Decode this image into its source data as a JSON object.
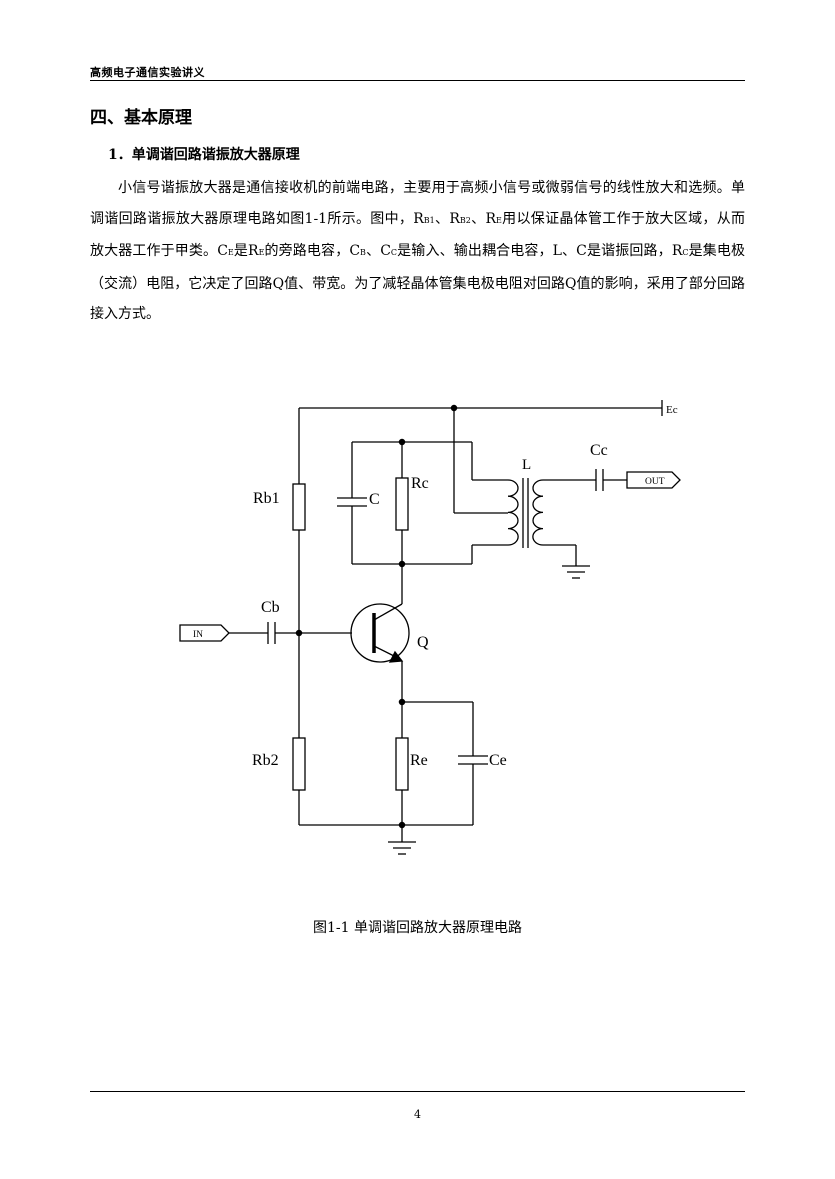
{
  "header": {
    "title": "高频电子通信实验讲义"
  },
  "section": {
    "title": "四、基本原理"
  },
  "subsection": {
    "title": "1．单调谐回路谐振放大器原理"
  },
  "paragraph": {
    "p1": "小信号谐振放大器是通信接收机的前端电路，主要用于高频小信号或微弱信号的线性放大和选频。单调谐回路谐振放大器原理电路如图1-1所示。图中，",
    "rb1_main": "R",
    "rb1_sub": "B1",
    "sep1": "、",
    "rb2_main": "R",
    "rb2_sub": "B2",
    "sep2": "、",
    "re_main": "R",
    "re_sub": "E",
    "p2": "用以保证晶体管工作于放大区域，从而放大器工作于甲类。",
    "ce_main": "C",
    "ce_sub": "E",
    "p3": "是",
    "re2_main": "R",
    "re2_sub": "E",
    "p4": "的旁路电容，",
    "cb_main": "C",
    "cb_sub": "B",
    "sep3": "、",
    "cc_main": "C",
    "cc_sub": "C",
    "p5": "是输入、输出耦合电容，L、C是谐振回路，",
    "rc_main": "R",
    "rc_sub": "C",
    "p6": "是集电极（交流）电阻，它决定了回路Q值、带宽。为了减轻晶体管集电极电阻对回路Q值的影响，采用了部分回路接入方式。"
  },
  "figure": {
    "caption": "图1-1 单调谐回路放大器原理电路",
    "labels": {
      "ec": "Ec",
      "l": "L",
      "cc": "Cc",
      "out": "OUT",
      "rc": "Rc",
      "c": "C",
      "rb1": "Rb1",
      "cb": "Cb",
      "in": "IN",
      "q": "Q",
      "rb2": "Rb2",
      "re": "Re",
      "ce": "Ce"
    }
  },
  "footer": {
    "page_number": "4"
  }
}
